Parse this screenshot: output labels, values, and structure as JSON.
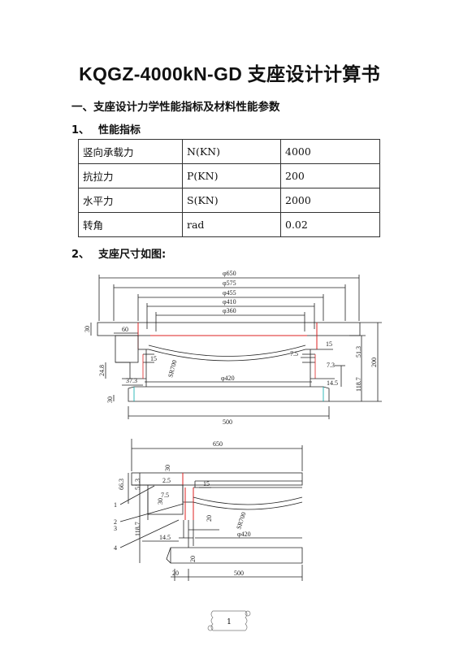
{
  "title": "KQGZ-4000kN-GD 支座设计计算书",
  "section1": "一、支座设计力学性能指标及材料性能参数",
  "sub1": {
    "num": "1、",
    "text": "性能指标"
  },
  "table": [
    [
      "竖向承载力",
      "N(KN)",
      "4000"
    ],
    [
      "抗拉力",
      "P(KN)",
      "200"
    ],
    [
      "水平力",
      "S(KN)",
      "2000"
    ],
    [
      "转角",
      "rad",
      "0.02"
    ]
  ],
  "sub2": {
    "num": "2、",
    "text": "支座尺寸如图:"
  },
  "drawing1": {
    "d650": "φ650",
    "d575": "φ575",
    "d455": "φ455",
    "d410": "φ410",
    "d360": "φ360",
    "d420": "φ420",
    "w500": "500",
    "h200": "200",
    "t30a": "30",
    "t30b": "30",
    "w60": "60",
    "w15a": "15",
    "w15b": "15",
    "w7_5a": "7.5",
    "w7_3": "7.3",
    "h51_3": "51.3",
    "h14_5": "14.5",
    "h118_7": "118.7",
    "w24_8": "24.8",
    "w37_3": "37.3",
    "sr700": "SR700"
  },
  "drawing2": {
    "w650": "650",
    "h30a": "30",
    "h66_3": "66.3",
    "h51_3": "51.3",
    "w2_5": "2.5",
    "h15": "15",
    "h7_5": "7.5",
    "h30b": "30",
    "h20a": "20",
    "h118_7": "118.7",
    "w14_5": "14.5",
    "h20b": "20",
    "w20": "20",
    "w500": "500",
    "d420": "φ420",
    "sr700": "SR700",
    "label1": "1",
    "label2": "2",
    "label3": "3",
    "label4": "4"
  },
  "page_number": "1"
}
